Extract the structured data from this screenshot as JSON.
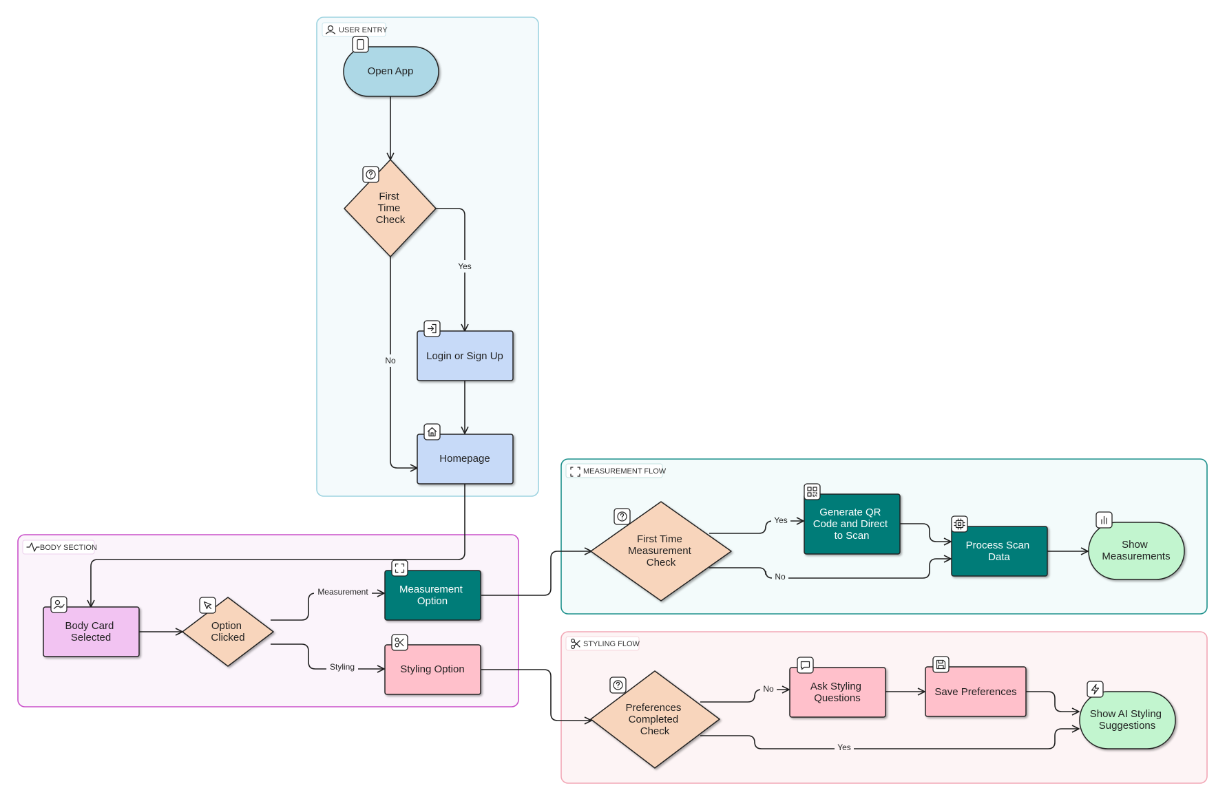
{
  "groups": {
    "user_entry": "USER ENTRY",
    "body_section": "BODY SECTION",
    "measurement_flow": "MEASUREMENT FLOW",
    "styling_flow": "STYLING FLOW"
  },
  "nodes": {
    "open_app": [
      "Open App"
    ],
    "first_time_check": [
      "First",
      "Time",
      "Check"
    ],
    "login_signup": [
      "Login or Sign Up"
    ],
    "homepage": [
      "Homepage"
    ],
    "body_card": [
      "Body Card",
      "Selected"
    ],
    "option_clicked": [
      "Option",
      "Clicked"
    ],
    "measurement_option": [
      "Measurement",
      "Option"
    ],
    "styling_option": [
      "Styling Option"
    ],
    "first_time_measurement": [
      "First Time",
      "Measurement",
      "Check"
    ],
    "generate_qr": [
      "Generate QR",
      "Code and Direct",
      "to Scan"
    ],
    "process_scan": [
      "Process Scan",
      "Data"
    ],
    "show_measurements": [
      "Show",
      "Measurements"
    ],
    "preferences_check": [
      "Preferences",
      "Completed",
      "Check"
    ],
    "ask_styling": [
      "Ask Styling",
      "Questions"
    ],
    "save_preferences": [
      "Save Preferences"
    ],
    "show_ai_styling": [
      "Show AI Styling",
      "Suggestions"
    ]
  },
  "edge_labels": {
    "yes_login": "Yes",
    "no_home": "No",
    "measurement": "Measurement",
    "styling": "Styling",
    "yes_qr": "Yes",
    "no_process": "No",
    "no_ask": "No",
    "yes_ai": "Yes"
  },
  "colors": {
    "terminal_blue": "#add8e6",
    "decision": "#f8d5bc",
    "process_blue": "#c7daf8",
    "body_purple": "#f2c3f2",
    "teal": "#007c78",
    "pink": "#ffc0cb",
    "green": "#c2f5cf",
    "group_user_entry": "#9dd3e0",
    "group_body": "#c94fc9",
    "group_measurement": "#1a8f8a",
    "group_styling": "#f2a7b5"
  },
  "icons": {
    "open_app": "phone-icon",
    "first_time_check": "help-circle-icon",
    "login_signup": "login-icon",
    "homepage": "home-icon",
    "body_card": "user-check-icon",
    "option_clicked": "cursor-icon",
    "measurement_option": "scan-frame-icon",
    "styling_option": "scissors-icon",
    "first_time_measurement": "help-circle-icon",
    "generate_qr": "qr-code-icon",
    "process_scan": "cpu-icon",
    "show_measurements": "bar-chart-icon",
    "preferences_check": "help-circle-icon",
    "ask_styling": "message-icon",
    "save_preferences": "save-icon",
    "show_ai_styling": "lightning-icon"
  }
}
